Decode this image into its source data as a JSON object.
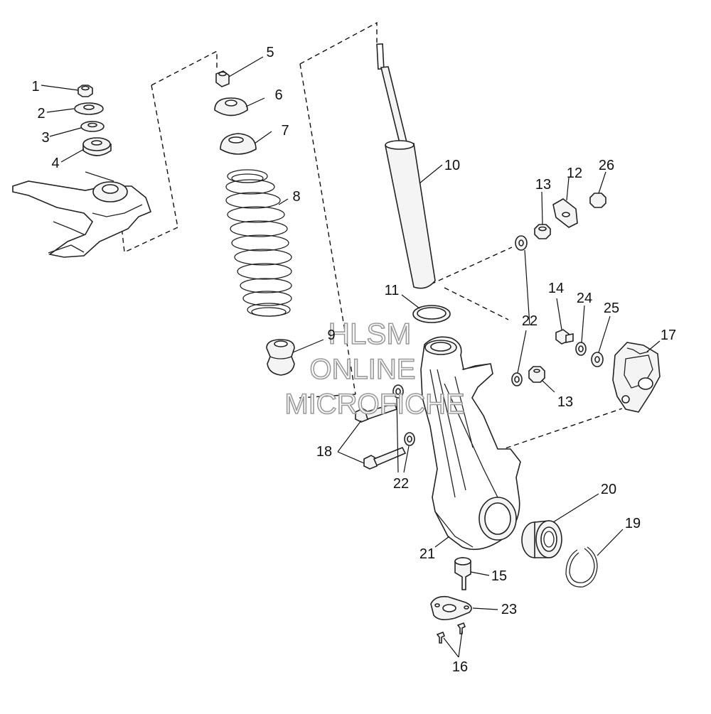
{
  "diagram": {
    "callouts": [
      "1",
      "2",
      "3",
      "4",
      "5",
      "6",
      "7",
      "8",
      "9",
      "10",
      "11",
      "12",
      "13",
      "26",
      "22",
      "14",
      "24",
      "25",
      "17",
      "13",
      "18",
      "22",
      "20",
      "19",
      "21",
      "15",
      "23",
      "16"
    ]
  },
  "watermark": {
    "line1": "HLSM",
    "line2": "ONLINE",
    "line3": "MICROFICHE"
  }
}
